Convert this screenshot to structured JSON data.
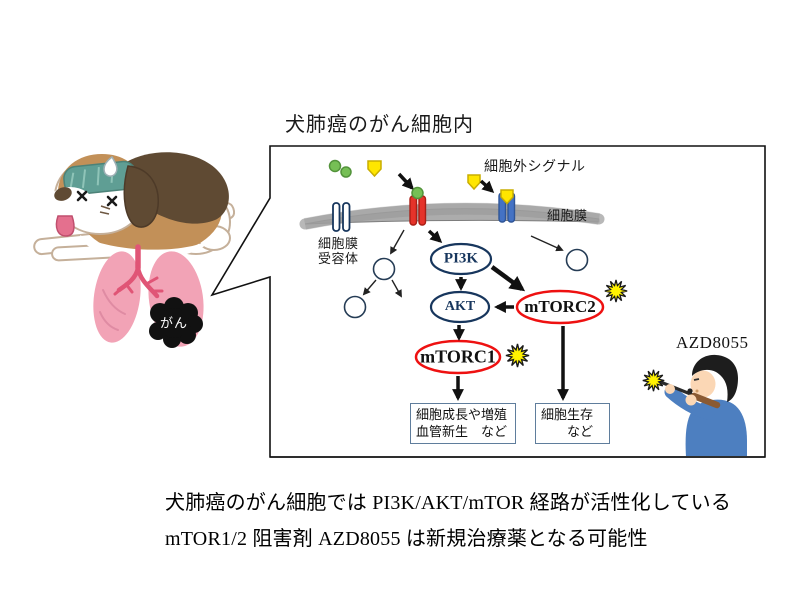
{
  "title": "犬肺癌のがん細胞内",
  "scene": {
    "cancer_label": "がん",
    "dog": "sick-dog",
    "lungs": "lungs-with-tumor"
  },
  "pathway": {
    "extracellular_signal_label": "細胞外シグナル",
    "membrane_label": "細胞膜",
    "receptor_label": "細胞膜\n受容体",
    "nodes": {
      "pi3k": "PI3K",
      "akt": "AKT",
      "mtorc2": "mTORC2",
      "mtorc1": "mTORC1"
    },
    "outcome_growth": "細胞成長や増殖\n血管新生　など",
    "outcome_survival": "細胞生存\n　　など",
    "drug_label": "AZD8055"
  },
  "caption": {
    "line1": "犬肺癌のがん細胞では PI3K/AKT/mTOR 経路が活性化している",
    "line2": "mTOR1/2 阻害剤 AZD8055 は新規治療薬となる可能性"
  },
  "colors": {
    "oval_navy": "#17365d",
    "oval_red": "#ee1111",
    "membrane_gray": "#acacac",
    "receptor_red": "#e5332a",
    "receptor_blue": "#4472c4",
    "ligand_green": "#76bf55",
    "ligand_yellow": "#ffe600",
    "starburst_yellow": "#fff200",
    "lung_pink": "#f2a3b6",
    "bronchi_red": "#e05576",
    "person_blue": "#4d7fc0",
    "outcome_border": "#5f7d9c",
    "tumor_black": "#111111"
  }
}
